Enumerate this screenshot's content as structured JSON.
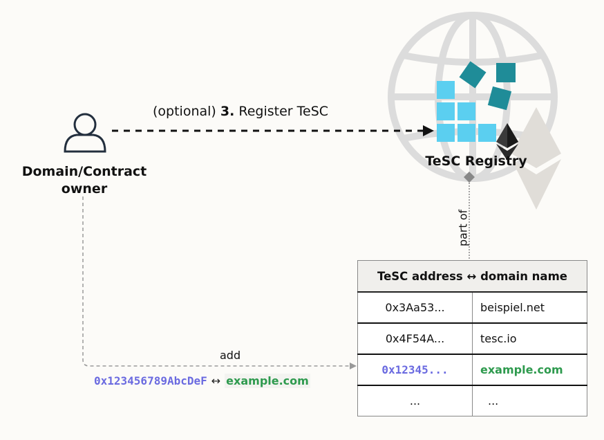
{
  "owner": {
    "label_line1": "Domain/Contract",
    "label_line2": "owner"
  },
  "registry": {
    "label": "TeSC Registry"
  },
  "register_arrow": {
    "prefix": "(optional)",
    "step": "3.",
    "text": "Register TeSC"
  },
  "part_of_label": "part of",
  "add_label": "add",
  "mapping": {
    "address": "0x123456789AbcDeF",
    "arrow": "↔",
    "domain": "example.com"
  },
  "table": {
    "header": "TeSC address ↔ domain name",
    "rows": [
      {
        "address": "0x3Aa53...",
        "domain": "beispiel.net"
      },
      {
        "address": "0x4F54A...",
        "domain": "tesc.io"
      },
      {
        "address": "0x12345...",
        "domain": "example.com"
      },
      {
        "address": "...",
        "domain": "..."
      }
    ]
  },
  "colors": {
    "highlight_address": "#6a6ae0",
    "highlight_domain": "#2e9a4e",
    "blocks_light": "#5bcff0",
    "blocks_dark": "#1f8c98"
  },
  "icons": [
    "user-icon",
    "globe-icon",
    "ethereum-icon",
    "registry-blocks-icon"
  ]
}
